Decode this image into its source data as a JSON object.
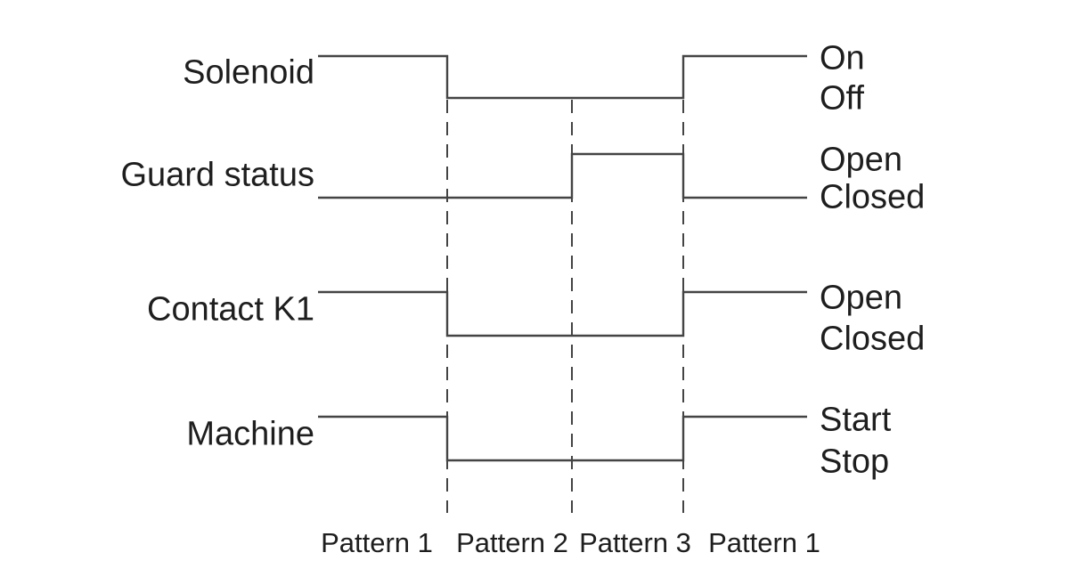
{
  "diagram": {
    "type": "timing-diagram",
    "rows": [
      {
        "label": "Solenoid",
        "high_label": "On",
        "low_label": "Off",
        "levels": [
          1,
          0,
          0,
          1
        ]
      },
      {
        "label": "Guard status",
        "high_label": "Open",
        "low_label": "Closed",
        "levels": [
          0,
          0,
          1,
          0
        ]
      },
      {
        "label": "Contact K1",
        "high_label": "Open",
        "low_label": "Closed",
        "levels": [
          1,
          0,
          0,
          1
        ]
      },
      {
        "label": "Machine",
        "high_label": "Start",
        "low_label": "Stop",
        "levels": [
          1,
          0,
          0,
          1
        ]
      }
    ],
    "pattern_labels": [
      "Pattern 1",
      "Pattern 2",
      "Pattern 3",
      "Pattern 1"
    ],
    "colors": {
      "line": "#444444",
      "text": "#1e1e1e",
      "background": "#ffffff"
    }
  }
}
